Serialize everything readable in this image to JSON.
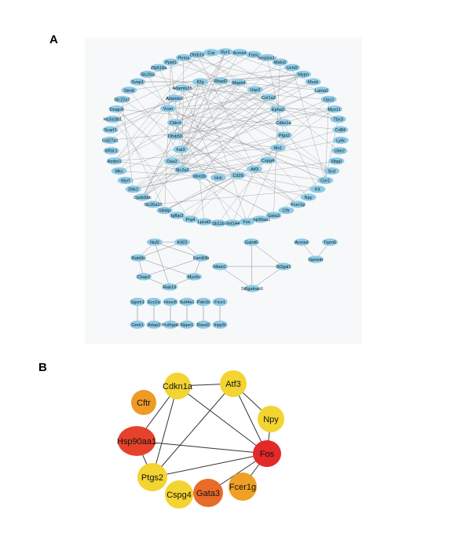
{
  "panel_a": {
    "label": "A",
    "main_network": {
      "ring_nodes": [
        "Ryr1",
        "Acmsd",
        "Fasn",
        "Serpina1c",
        "Mstn2",
        "Uchl3",
        "Mypn",
        "Musk",
        "Lama1",
        "Opc2",
        "Myo11",
        "Tbx3",
        "Cd84",
        "Ly6c",
        "Ube2",
        "Rbpjl",
        "Scd",
        "Cnr1",
        "Kit",
        "Npy",
        "Fcer1g",
        "Cftr",
        "Gata3",
        "Hsp90aa1",
        "Fos",
        "Rnf144",
        "Sb11b",
        "Lpcat2",
        "Prg4",
        "Igfbp3",
        "Slit4ip",
        "Slc26a10",
        "Cpdb6bc",
        "Dkk2",
        "Myrf",
        "Mkc",
        "Ambn1",
        "Wfdc1",
        "Col27a1",
        "Scarf1",
        "Hs3st3b1",
        "Dnajc6",
        "Slc22a7",
        "Strn6",
        "Svep1",
        "Slc26a",
        "Zfp518a",
        "Ppid1",
        "Ptrma",
        "Dhtb16",
        "Crp"
      ],
      "inner_nodes": [
        "Adamts15",
        "Il2g",
        "Rbad2",
        "Mapk4",
        "Usp2",
        "Col1a2",
        "Adamts2",
        "Vcan",
        "Cldn4",
        "Dfnb59",
        "Fat3",
        "Oas2",
        "Slc2a2",
        "Wnt2b",
        "Hck",
        "Cd28",
        "Atf3",
        "Cspg4",
        "Mx1",
        "Ptgs2",
        "Cdkn1a",
        "Epha2"
      ]
    },
    "clusters": {
      "left": [
        "Nuf2",
        "Kif22",
        "Rab6b",
        "Fam83b",
        "Ckap2",
        "Myo5c",
        "Rab19"
      ],
      "middle": [
        "Galnt6",
        "Nfam1",
        "St3gal1",
        "St6galnac6"
      ],
      "right": [
        "Acmsd",
        "Trpm6",
        "Gpnmb"
      ],
      "pairs_top": [
        "Sgsm1",
        "Ecv2a",
        "Hoxc8",
        "Sult4a1",
        "Pde1b",
        "Fice1"
      ],
      "pairs_bottom": [
        "Greb1",
        "Adap2",
        "Pcdhga6",
        "Nppe1",
        "Rasd2",
        "Inpp5l"
      ]
    },
    "colors": {
      "node": "#8ecbe6",
      "edge": "#8a8a8a"
    }
  },
  "panel_b": {
    "label": "B",
    "nodes": [
      {
        "id": "Cdkn1a",
        "color": "#f3d431"
      },
      {
        "id": "Atf3",
        "color": "#f3d431"
      },
      {
        "id": "Cftr",
        "color": "#ed9a26"
      },
      {
        "id": "Npy",
        "color": "#f3d431"
      },
      {
        "id": "Hsp90aa1",
        "color": "#e5422b"
      },
      {
        "id": "Fos",
        "color": "#e3292a"
      },
      {
        "id": "Ptgs2",
        "color": "#f3d431"
      },
      {
        "id": "Cspg4",
        "color": "#f3d431"
      },
      {
        "id": "Gata3",
        "color": "#e96b28"
      },
      {
        "id": "Fcer1g",
        "color": "#efa025"
      }
    ],
    "edges": [
      [
        "Cdkn1a",
        "Atf3"
      ],
      [
        "Cdkn1a",
        "Hsp90aa1"
      ],
      [
        "Cdkn1a",
        "Ptgs2"
      ],
      [
        "Cdkn1a",
        "Fos"
      ],
      [
        "Atf3",
        "Npy"
      ],
      [
        "Atf3",
        "Fos"
      ],
      [
        "Atf3",
        "Ptgs2"
      ],
      [
        "Npy",
        "Fos"
      ],
      [
        "Hsp90aa1",
        "Fos"
      ],
      [
        "Hsp90aa1",
        "Ptgs2"
      ],
      [
        "Ptgs2",
        "Fos"
      ],
      [
        "Fos",
        "Gata3"
      ],
      [
        "Fos",
        "Fcer1g"
      ]
    ]
  }
}
